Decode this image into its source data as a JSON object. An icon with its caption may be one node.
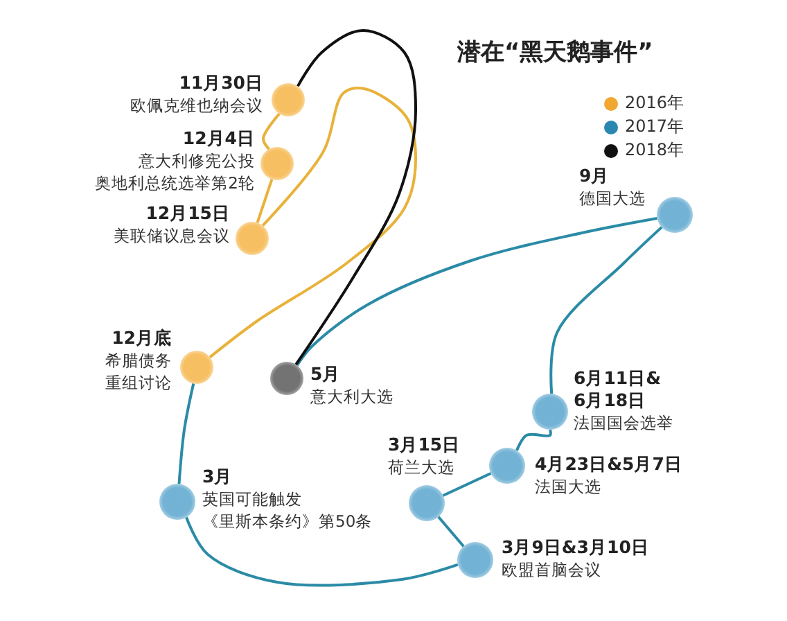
{
  "diagram": {
    "title": "潜在“黑天鹅事件”",
    "nodes": [
      {
        "text": [],
        "shape": "circle",
        "beside": [
          "11月30日",
          "欧佩克维也纳会议"
        ]
      },
      {
        "text": [],
        "shape": "circle",
        "beside": [
          "12月4日",
          "意大利修宪公投",
          "奥地利总统选举第2轮"
        ]
      },
      {
        "text": [],
        "shape": "circle",
        "beside": [
          "12月15日",
          "美联储议息会议"
        ]
      },
      {
        "text": [],
        "shape": "circle",
        "beside": [
          "12月底",
          "希腊债务重组讨论"
        ]
      },
      {
        "text": [],
        "shape": "circle",
        "beside": [
          "3月",
          "英国可能触发《里斯本条约》第50条"
        ]
      },
      {
        "text": [],
        "shape": "circle",
        "beside": [
          "3月9日&3月10日",
          "欧盟首脑会议"
        ]
      },
      {
        "text": [],
        "shape": "circle",
        "beside": [
          "3月15日",
          "荷兰大选"
        ]
      },
      {
        "text": [],
        "shape": "circle",
        "beside": [
          "4月23日&5月7日",
          "法国大选"
        ]
      },
      {
        "text": [],
        "shape": "circle",
        "beside": [
          "6月11日&",
          "6月18日",
          "法国国会选举"
        ]
      },
      {
        "text": [],
        "shape": "circle",
        "beside": [
          "9月",
          "德国大选"
        ]
      },
      {
        "text": [],
        "shape": "circle",
        "beside": [
          "5月",
          "意大利大选"
        ]
      }
    ],
    "edges": [
      {
        "from": 0,
        "to": 1,
        "arrow": "none",
        "color": "#e8b23a"
      },
      {
        "from": 1,
        "to": 2,
        "arrow": "none",
        "color": "#e8b23a"
      },
      {
        "from": 2,
        "to": 3,
        "arrow": "none",
        "color": "#e8b23a"
      },
      {
        "from": 3,
        "to": 4,
        "arrow": "none"
      },
      {
        "from": 4,
        "to": 5,
        "arrow": "none"
      },
      {
        "from": 5,
        "to": 6,
        "arrow": "none"
      },
      {
        "from": 6,
        "to": 7,
        "arrow": "none"
      },
      {
        "from": 7,
        "to": 8,
        "arrow": "none"
      },
      {
        "from": 8,
        "to": 9,
        "arrow": "none"
      },
      {
        "from": 9,
        "to": 10,
        "arrow": "none"
      },
      {
        "from": 10,
        "to": 0,
        "arrow": "none",
        "color": "#111111"
      }
    ],
    "legend": [
      {
        "text": "2016年",
        "color": "#f0a830"
      },
      {
        "text": "2017年",
        "color": "#2a88b0"
      },
      {
        "text": "2018年",
        "color": "#111111"
      }
    ]
  }
}
